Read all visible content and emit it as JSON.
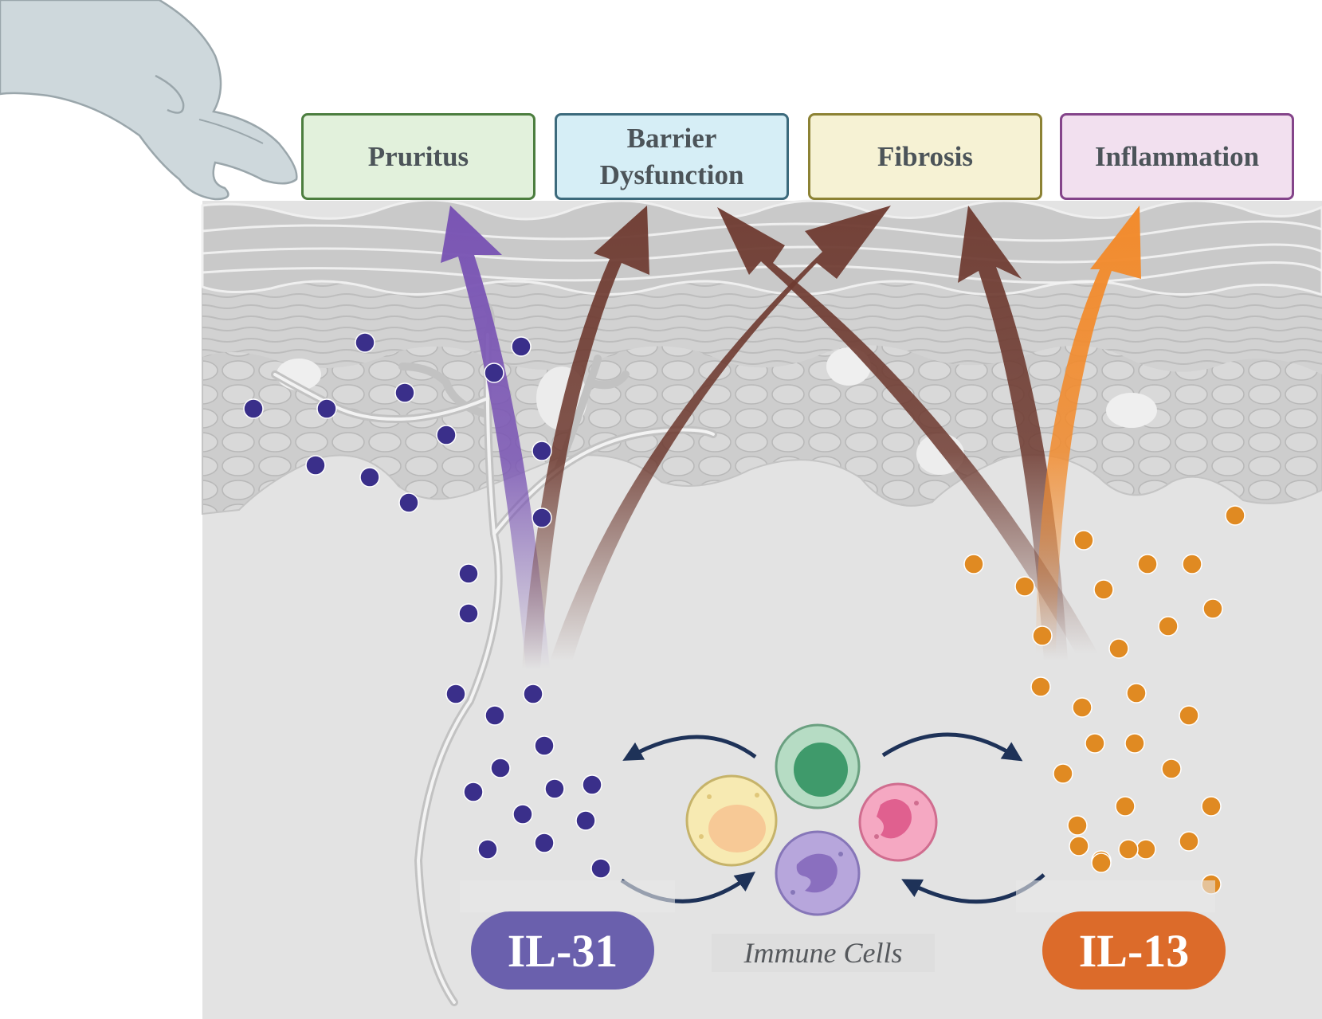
{
  "outcomes": [
    {
      "id": "pruritus",
      "label": "Pruritus",
      "bg": "#e2f1dc",
      "border": "#4c7e3f"
    },
    {
      "id": "barrier-dysfunction",
      "label": "Barrier Dysfunction",
      "bg": "#d6eef6",
      "border": "#3c6a7c"
    },
    {
      "id": "fibrosis",
      "label": "Fibrosis",
      "bg": "#f6f2d4",
      "border": "#8c8234"
    },
    {
      "id": "inflammation",
      "label": "Inflammation",
      "bg": "#f2e0ef",
      "border": "#84448a"
    }
  ],
  "cytokines": {
    "il31": {
      "label": "IL-31",
      "color": "#6a60ad",
      "particle_color": "#3a2f8a"
    },
    "il13": {
      "label": "IL-13",
      "color": "#dc6b2a",
      "particle_color": "#e08a22"
    }
  },
  "immune_cells": {
    "label": "Immune Cells"
  },
  "colors": {
    "il31_arrow": "#7a55b4",
    "effect_arrow": "#6e3a30",
    "il13_arrow": "#f28b2d",
    "cell_arrow": "#1e3258",
    "skin": "#d6d6d6",
    "dermis": "#e3e3e3"
  },
  "icons": [
    "hand-icon",
    "nerve-fiber-icon",
    "lymphocyte-icon",
    "monocyte-icon",
    "macrophage-icon",
    "neutrophil-icon"
  ]
}
